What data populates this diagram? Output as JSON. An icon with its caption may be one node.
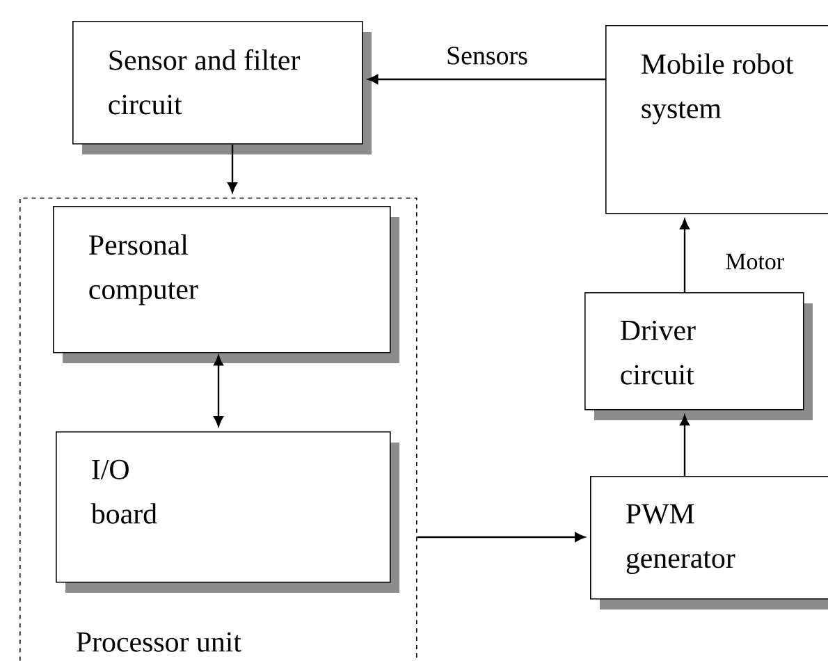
{
  "diagram": {
    "nodes": [
      {
        "text": [
          "Sensor and filter circuit"
        ]
      },
      {
        "text": [
          "Mobile robot system"
        ]
      },
      {
        "text": [
          "Processor unit"
        ]
      },
      {
        "text": [
          "Personal computer"
        ],
        "in": 2
      },
      {
        "text": [
          "I/O board"
        ],
        "in": 2
      },
      {
        "text": [
          "Driver circuit"
        ]
      },
      {
        "text": [
          "PWM generator"
        ]
      }
    ],
    "edges": [
      {
        "from": 1,
        "to": 0,
        "arrow": "to",
        "label": "Sensors"
      },
      {
        "from": 0,
        "to": 2,
        "arrow": "to"
      },
      {
        "from": 3,
        "to": 4,
        "arrow": "both"
      },
      {
        "from": 2,
        "to": 6,
        "arrow": "to"
      },
      {
        "from": 6,
        "to": 5,
        "arrow": "to"
      },
      {
        "from": 5,
        "to": 1,
        "arrow": "to",
        "label": "Motor"
      }
    ]
  }
}
